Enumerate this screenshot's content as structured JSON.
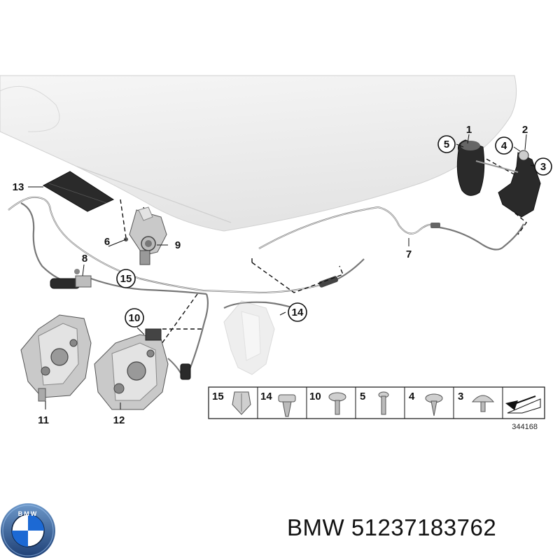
{
  "callouts": [
    {
      "id": "c1",
      "text": "1",
      "circled": false
    },
    {
      "id": "c2",
      "text": "2",
      "circled": false
    },
    {
      "id": "c3",
      "text": "3",
      "circled": true
    },
    {
      "id": "c4",
      "text": "4",
      "circled": true
    },
    {
      "id": "c5",
      "text": "5",
      "circled": true
    },
    {
      "id": "c6",
      "text": "6",
      "circled": false
    },
    {
      "id": "c7",
      "text": "7",
      "circled": false
    },
    {
      "id": "c8",
      "text": "8",
      "circled": false
    },
    {
      "id": "c9",
      "text": "9",
      "circled": false
    },
    {
      "id": "c10",
      "text": "10",
      "circled": true
    },
    {
      "id": "c11",
      "text": "11",
      "circled": false
    },
    {
      "id": "c12",
      "text": "12",
      "circled": false
    },
    {
      "id": "c13",
      "text": "13",
      "circled": false
    },
    {
      "id": "c14",
      "text": "14",
      "circled": true
    },
    {
      "id": "c15",
      "text": "15",
      "circled": true
    }
  ],
  "legend": {
    "items": [
      {
        "label": "15",
        "icon": "clip-icon"
      },
      {
        "label": "14",
        "icon": "expanding-rivet-icon"
      },
      {
        "label": "10",
        "icon": "flat-head-screw-icon"
      },
      {
        "label": "5",
        "icon": "pin-screw-icon"
      },
      {
        "label": "4",
        "icon": "collar-screw-icon"
      },
      {
        "label": "3",
        "icon": "dome-screw-icon"
      }
    ],
    "direction_icon": "direction-arrow-icon"
  },
  "reference_number": "344168",
  "brand": {
    "logo": "bmw-roundel-logo",
    "logo_text": "BMW",
    "caption": "BMW 51237183762"
  }
}
